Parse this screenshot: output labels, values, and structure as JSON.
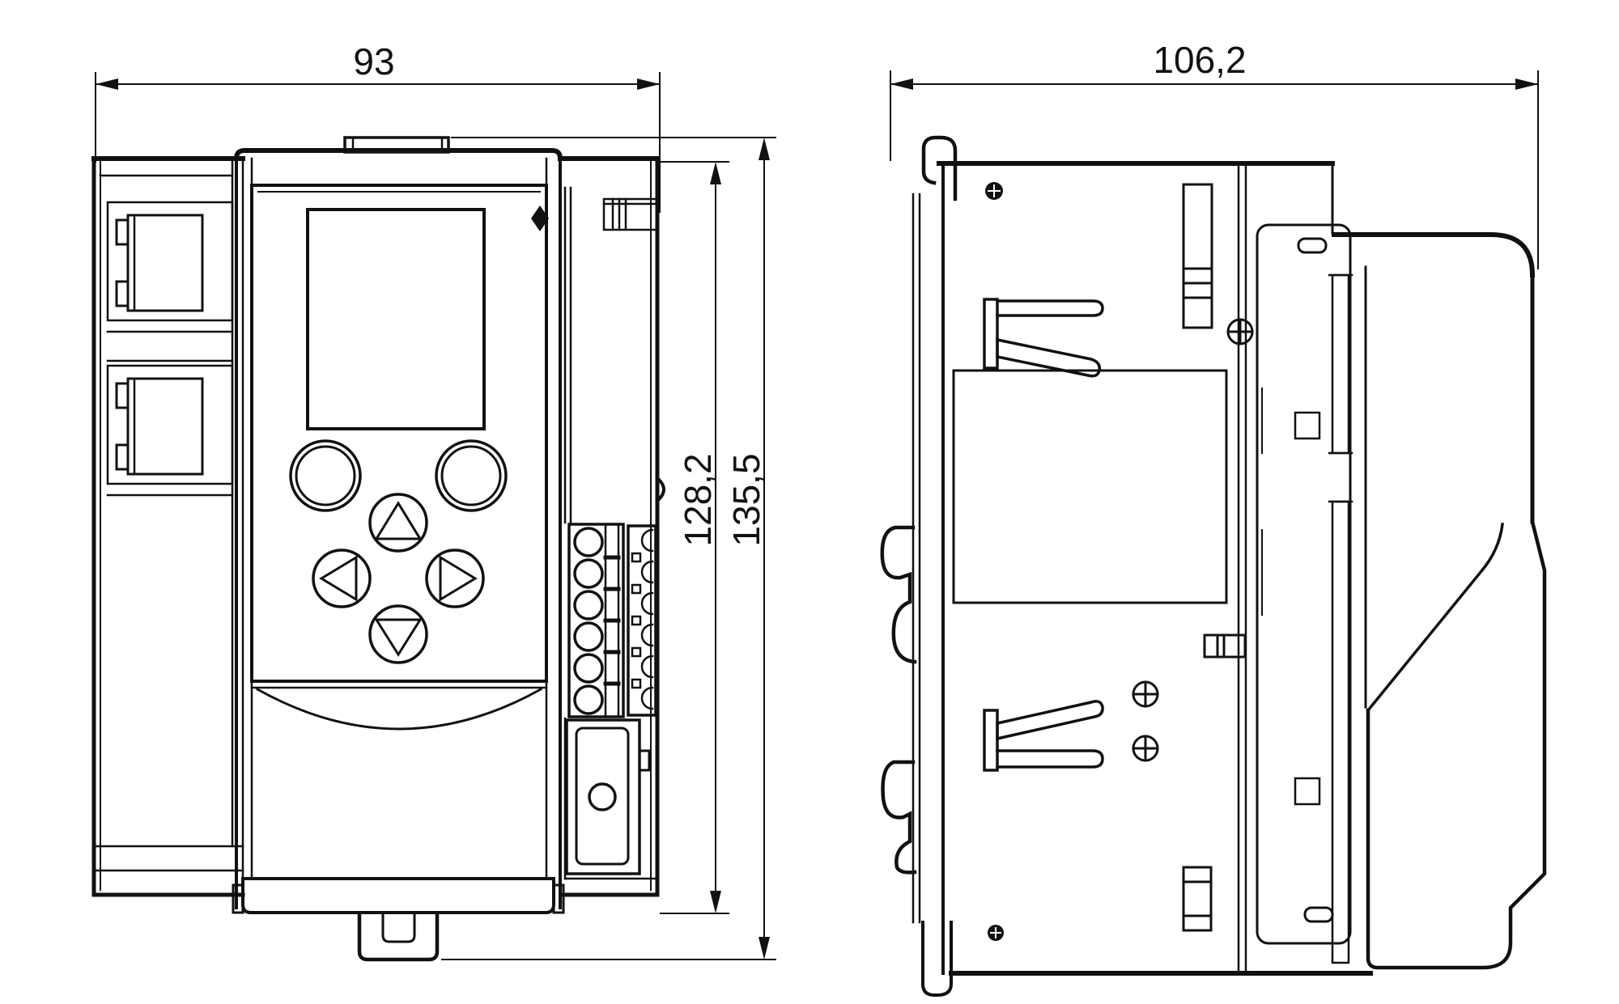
{
  "drawing": {
    "kind": "technical-dimension-drawing",
    "views": {
      "front_view": "device front view with display, keypad, RJ45 ports, terminal block",
      "side_view": "device side view with DIN-rail mounting profile and cover"
    }
  },
  "dimensions": {
    "front_width": "93",
    "side_depth": "106,2",
    "body_height": "128,2",
    "overall_height": "135,5"
  },
  "icons": {
    "up_button": "triangle-up",
    "down_button": "triangle-down",
    "left_button": "triangle-left",
    "right_button": "triangle-right",
    "screw_head": "circle-cross",
    "status_marker": "filled-diamond"
  },
  "colors": {
    "line": "#111111",
    "background": "#ffffff"
  }
}
